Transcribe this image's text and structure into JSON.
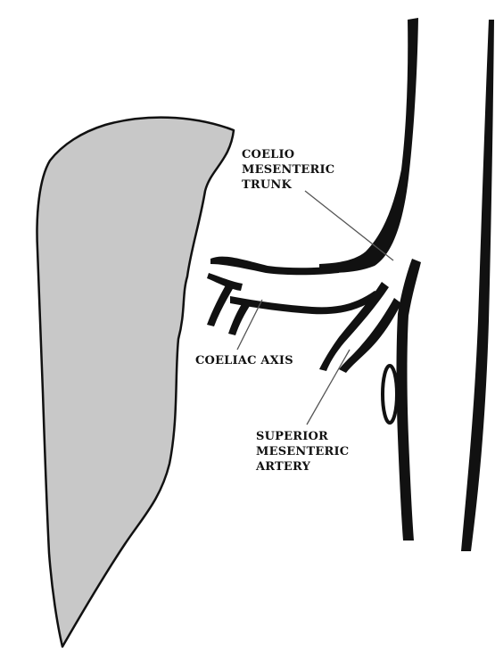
{
  "colors": {
    "organ_fill": "#c8c8c8",
    "ink": "#111111",
    "leader": "#555555",
    "background": "#ffffff"
  },
  "labels": {
    "coelio_mesenteric_trunk": [
      "COELIO",
      "MESENTERIC",
      "TRUNK"
    ],
    "coeliac_axis": "COELIAC AXIS",
    "superior_mesenteric_artery": [
      "SUPERIOR",
      "MESENTERIC",
      "ARTERY"
    ]
  }
}
